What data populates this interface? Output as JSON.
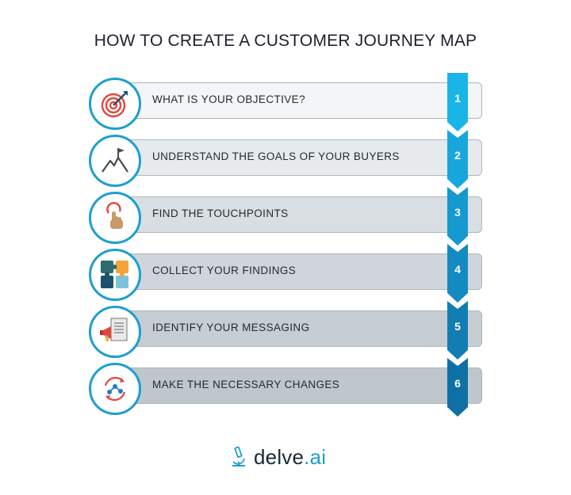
{
  "title": "HOW TO CREATE A CUSTOMER JOURNEY MAP",
  "steps": [
    {
      "number": "1",
      "label": "WHAT IS YOUR OBJECTIVE?",
      "icon": "target-icon",
      "bar_color": "#f3f5f6",
      "arrow_color": "#19b4e8"
    },
    {
      "number": "2",
      "label": "UNDERSTAND THE GOALS OF YOUR BUYERS",
      "icon": "mountain-flag-icon",
      "bar_color": "#e6eaed",
      "arrow_color": "#17a7dc"
    },
    {
      "number": "3",
      "label": "FIND THE TOUCHPOINTS",
      "icon": "touch-icon",
      "bar_color": "#d9dee2",
      "arrow_color": "#1599cf"
    },
    {
      "number": "4",
      "label": "COLLECT YOUR FINDINGS",
      "icon": "puzzle-icon",
      "bar_color": "#cfd5da",
      "arrow_color": "#138bc1"
    },
    {
      "number": "5",
      "label": "IDENTIFY YOUR MESSAGING",
      "icon": "megaphone-document-icon",
      "bar_color": "#c6cdd3",
      "arrow_color": "#117db3"
    },
    {
      "number": "6",
      "label": "MAKE THE NECESSARY CHANGES",
      "icon": "cycle-icon",
      "bar_color": "#bfc6cc",
      "arrow_color": "#0f70a6"
    }
  ],
  "logo": {
    "brand": "delve",
    "dot": ".",
    "suffix": "ai",
    "icon": "microscope-icon"
  }
}
